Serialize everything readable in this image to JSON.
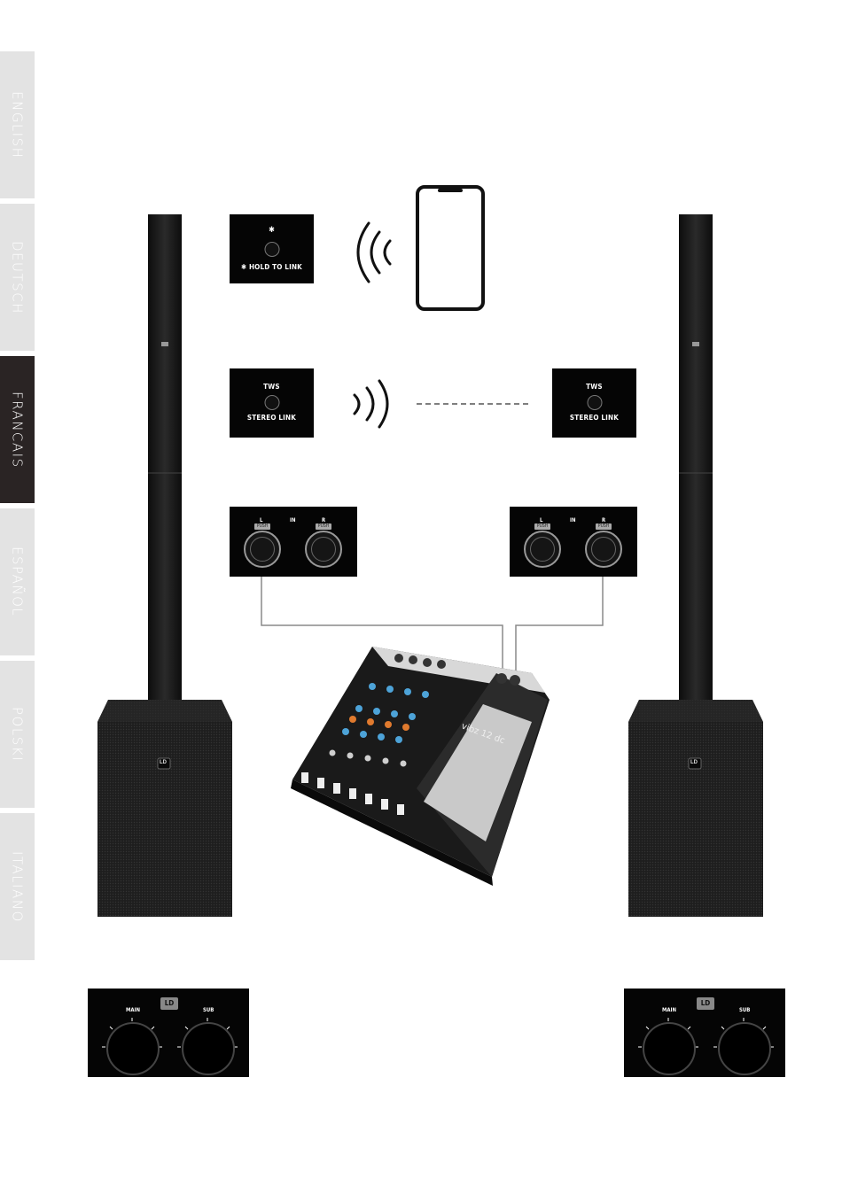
{
  "language_tabs": [
    "ENGLISH",
    "DEUTSCH",
    "FRANCAIS",
    "ESPAÑOL",
    "POLSKI",
    "ITALIANO"
  ],
  "active_tab": "FRANCAIS",
  "bluetooth_panel": {
    "label": "HOLD TO LINK"
  },
  "tws_panel_left": {
    "top_label": "TWS",
    "bottom_label": "STEREO LINK"
  },
  "tws_panel_right": {
    "top_label": "TWS",
    "bottom_label": "STEREO LINK"
  },
  "input_panel_left": {
    "l": "L",
    "in": "IN",
    "r": "R",
    "push_l": "PUSH",
    "push_r": "PUSH"
  },
  "input_panel_right": {
    "l": "L",
    "in": "IN",
    "r": "R",
    "push_l": "PUSH",
    "push_r": "PUSH"
  },
  "speaker_logo": "LD",
  "knob_panel_left": {
    "logo": "LD",
    "main": "MAIN",
    "sub": "SUB"
  },
  "knob_panel_right": {
    "logo": "LD",
    "main": "MAIN",
    "sub": "SUB"
  },
  "mixer_label": "vibz 12 dc",
  "colors": {
    "tab_inactive": "#e3e3e3",
    "tab_active": "#2a2424",
    "panel_bg": "#050505",
    "cable": "#8a8a8a"
  }
}
